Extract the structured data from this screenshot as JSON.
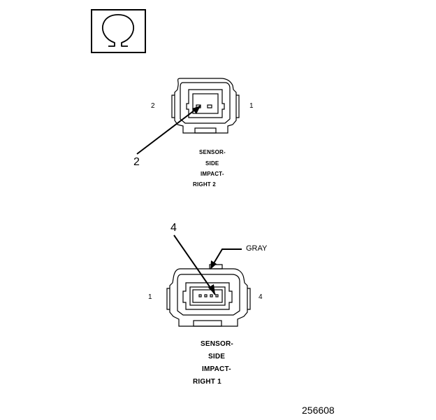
{
  "symbol": {
    "icon": "ohm-icon",
    "glyph": "Ω"
  },
  "connector_top": {
    "pin_left": "2",
    "pin_right": "1",
    "callout": "2",
    "caption": [
      "SENSOR-",
      "SIDE",
      "IMPACT-",
      "RIGHT 2"
    ]
  },
  "connector_bottom": {
    "pin_left": "1",
    "pin_right": "4",
    "callout": "4",
    "wire_color": "GRAY",
    "caption": [
      "SENSOR-",
      "SIDE",
      "IMPACT-",
      "RIGHT 1"
    ]
  },
  "figure_number": "256608"
}
